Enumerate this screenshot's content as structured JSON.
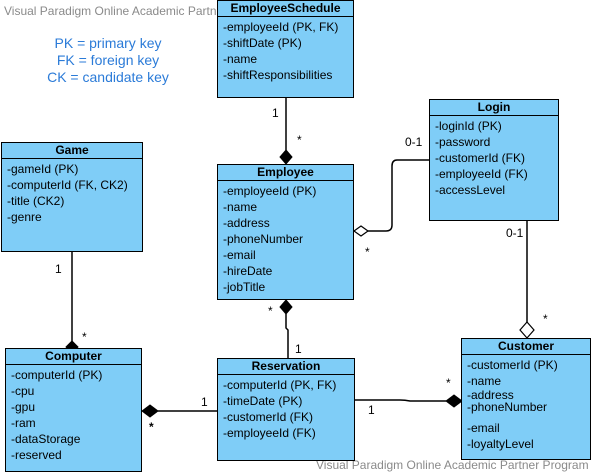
{
  "watermarks": {
    "top": "Visual Paradigm Online Academic Partner Program",
    "bottom": "Visual Paradigm Online Academic Partner Program"
  },
  "legend": {
    "pk": "PK = primary key",
    "fk": "FK = foreign key",
    "ck": "CK = candidate key"
  },
  "colors": {
    "class_fill": "#7fcdf7",
    "line": "#000000",
    "legend": "#2b7bd8"
  },
  "classes": {
    "employee_schedule": {
      "name": "EmployeeSchedule",
      "attributes": [
        "-employeeId (PK, FK)",
        "-shiftDate (PK)",
        "-name",
        "-shiftResponsibilities"
      ]
    },
    "employee": {
      "name": "Employee",
      "attributes": [
        "-employeeId (PK)",
        "-name",
        "-address",
        "-phoneNumber",
        "-email",
        "-hireDate",
        "-jobTitle"
      ]
    },
    "login": {
      "name": "Login",
      "attributes": [
        "-loginId (PK)",
        "-password",
        "-customerId (FK)",
        "-employeeId (FK)",
        "-accessLevel"
      ]
    },
    "game": {
      "name": "Game",
      "attributes": [
        "-gameId (PK)",
        "-computerId (FK, CK2)",
        "-title (CK2)",
        "-genre"
      ]
    },
    "computer": {
      "name": "Computer",
      "attributes": [
        "-computerId (PK)",
        "-cpu",
        "-gpu",
        "-ram",
        "-dataStorage",
        "-reserved"
      ]
    },
    "reservation": {
      "name": "Reservation",
      "attributes": [
        "-computerId (PK, FK)",
        "-timeDate (PK)",
        "-customerId (FK)",
        "-employeeId (FK)"
      ]
    },
    "customer": {
      "name": "Customer",
      "attributes": [
        "-customerId (PK)",
        "-name",
        "-address",
        "-phoneNumber",
        "-email",
        "-loyaltyLevel"
      ]
    }
  },
  "multiplicities": {
    "schedule_one": "1",
    "schedule_many": "*",
    "login_zero_one": "0-1",
    "employee_many_login": "*",
    "game_one": "1",
    "computer_many": "*",
    "employee_many_res": "*",
    "reservation_one_emp": "1",
    "login_zero_one_cust": "0-1",
    "customer_many_login": "*",
    "computer_many_res": "*",
    "reservation_one_comp": "1",
    "reservation_one_cust": "1",
    "customer_many_res": "*"
  }
}
